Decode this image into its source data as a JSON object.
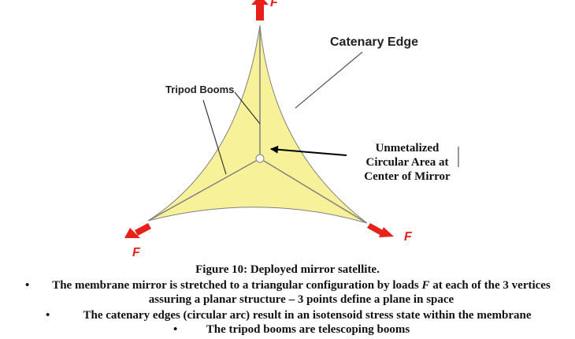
{
  "figure": {
    "labels": {
      "force_top": "F",
      "force_left": "F",
      "force_right": "F",
      "catenary_edge": "Catenary Edge",
      "tripod_booms": "Tripod Booms",
      "unmetalized_line1": "Unmetalized",
      "unmetalized_line2": "Circular Area at",
      "unmetalized_line3": "Center of Mirror"
    },
    "colors": {
      "membrane_fill": "#f7f29a",
      "force_arrow": "#e8201a",
      "boom": "#808080",
      "edge": "#808080"
    }
  },
  "caption": {
    "title": "Figure 10: Deployed mirror satellite.",
    "bullet_symbol": "•",
    "bullets": [
      {
        "line1_a": "The membrane mirror is stretched to a triangular configuration by loads ",
        "line1_var": "F",
        "line1_b": " at each of the 3 vertices",
        "line2": "assuring a planar structure – 3 points define a plane in space"
      },
      {
        "line1": "The catenary edges (circular arc) result in an isotensoid stress state within the membrane"
      },
      {
        "line1": "The tripod booms are telescoping booms"
      }
    ]
  }
}
